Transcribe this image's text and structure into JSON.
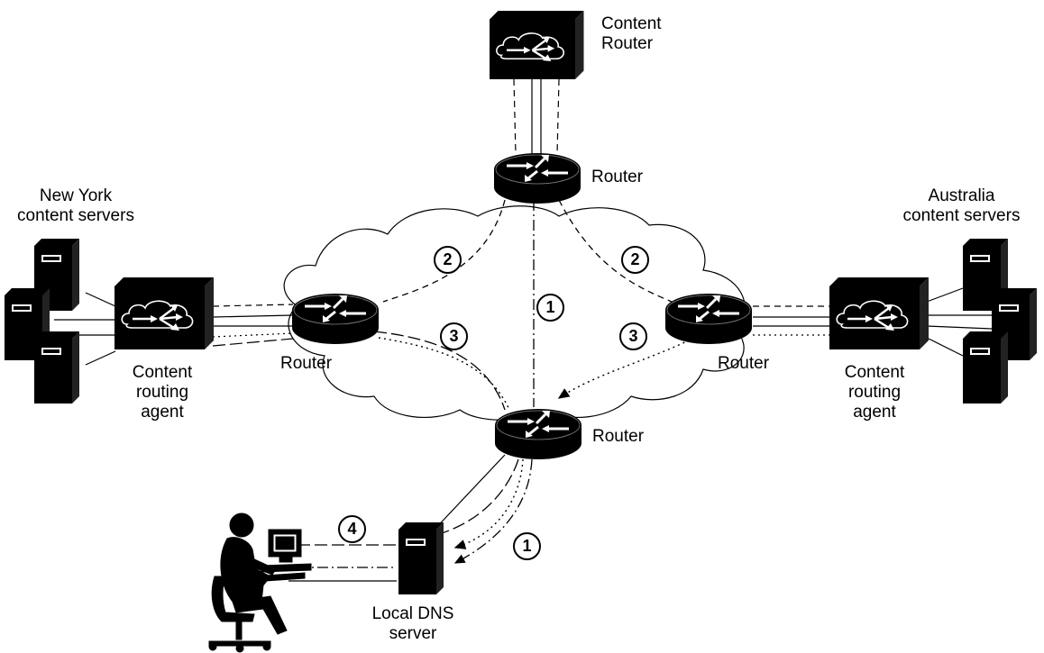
{
  "labels": {
    "content_router": [
      "Content",
      "Router"
    ],
    "router": "Router",
    "new_york_servers": [
      "New York",
      "content servers"
    ],
    "australia_servers": [
      "Australia",
      "content servers"
    ],
    "content_routing_agent": [
      "Content",
      "routing",
      "agent"
    ],
    "local_dns_server": [
      "Local DNS",
      "server"
    ]
  },
  "steps": [
    "1",
    "2",
    "3",
    "4"
  ],
  "colors": {
    "ink": "#000000",
    "paper": "#ffffff"
  },
  "line_styles": [
    "solid",
    "dashed",
    "dotted",
    "dash-dot",
    "long-dash"
  ]
}
